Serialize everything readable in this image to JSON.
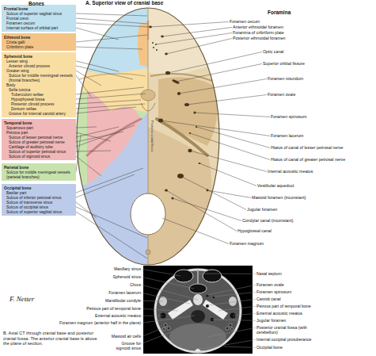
{
  "diagram": {
    "caption": "B. Axial CT through cranial base and posterior cranial fossa. The anterior cranial base is above the plane of section.",
    "nodes": [
      {
        "text": [
          "Frontal bone",
          "Sulcus of superior sagittal sinus",
          "Frontal crest",
          "Foramen cecum",
          "Internal surface of orbital part"
        ]
      },
      {
        "text": [
          "Ethmoid bone",
          "Crista galli",
          "Cribriform plate"
        ]
      },
      {
        "text": [
          "Sphenoid bone",
          "Lesser wing",
          "Anterior clinoid process",
          "Greater wing",
          "Sulcus for middle meningeal vessels (frontal branches)",
          "Body",
          "Sella turcica",
          "Tuberculum sellae",
          "Hypophyseal fossa",
          "Posterior clinoid process",
          "Dorsum sellae",
          "Groove for internal carotid artery"
        ]
      },
      {
        "text": [
          "Temporal bone",
          "Squamous part",
          "Petrous part",
          "Sulcus of lesser petrosal nerve",
          "Sulcus of greater petrosal nerve",
          "Cartilage of auditory tube",
          "Sulcus of superior petrosal sinus",
          "Sulcus of sigmoid sinus"
        ]
      },
      {
        "text": [
          "Parietal bone",
          "Sulcus for middle meningeal vessels (parietal branches)"
        ]
      },
      {
        "text": [
          "Occipital bone",
          "Basilar part",
          "Sulcus of inferior petrosal sinus",
          "Sulcus of transverse sinus",
          "Sulcus of occipital sinus",
          "Sulcus of superior sagittal sinus"
        ]
      }
    ],
    "labels": [
      "Bones",
      "A. Superior view of cranial base",
      "Foramina",
      "Foramen cecum",
      "Anterior ethmoidal foramen",
      "Foramina of cribriform plate",
      "Posterior ethmoidal foramen",
      "Optic canal",
      "Superior orbital fissure",
      "Foramen rotundum",
      "Foramen ovale",
      "Foramen spinosum",
      "Foramen lacerum",
      "Hiatus of canal of lesser petrosal nerve",
      "Hiatus of canal of greater petrosal nerve",
      "Internal acoustic meatus",
      "Vestibular aqueduct",
      "Mastoid foramen (inconstant)",
      "Jugular foramen",
      "Condylar canal (inconstant)",
      "Hypoglossal canal",
      "Foramen magnum",
      "Posterior cranial fossa",
      "Maxillary sinus",
      "Sphenoid sinus",
      "Clivus",
      "Foramen lacerum",
      "Mandibular condyle",
      "Petrous part of temporal bone",
      "External acoustic meatus",
      "Foramen magnum (anterior half in the plane)",
      "Mastoid air cells",
      "Groove for sigmoid sinus",
      "Nasal septum",
      "Foramen ovale",
      "Foramen spinosum",
      "Carotid canal",
      "Petrous part of temporal bone",
      "External acoustic meatus",
      "Jugular foramen",
      "Posterior cranial fossa (with cerebellum)",
      "Internal occipital protuberance",
      "Occipital bone",
      "F. Netter"
    ]
  }
}
